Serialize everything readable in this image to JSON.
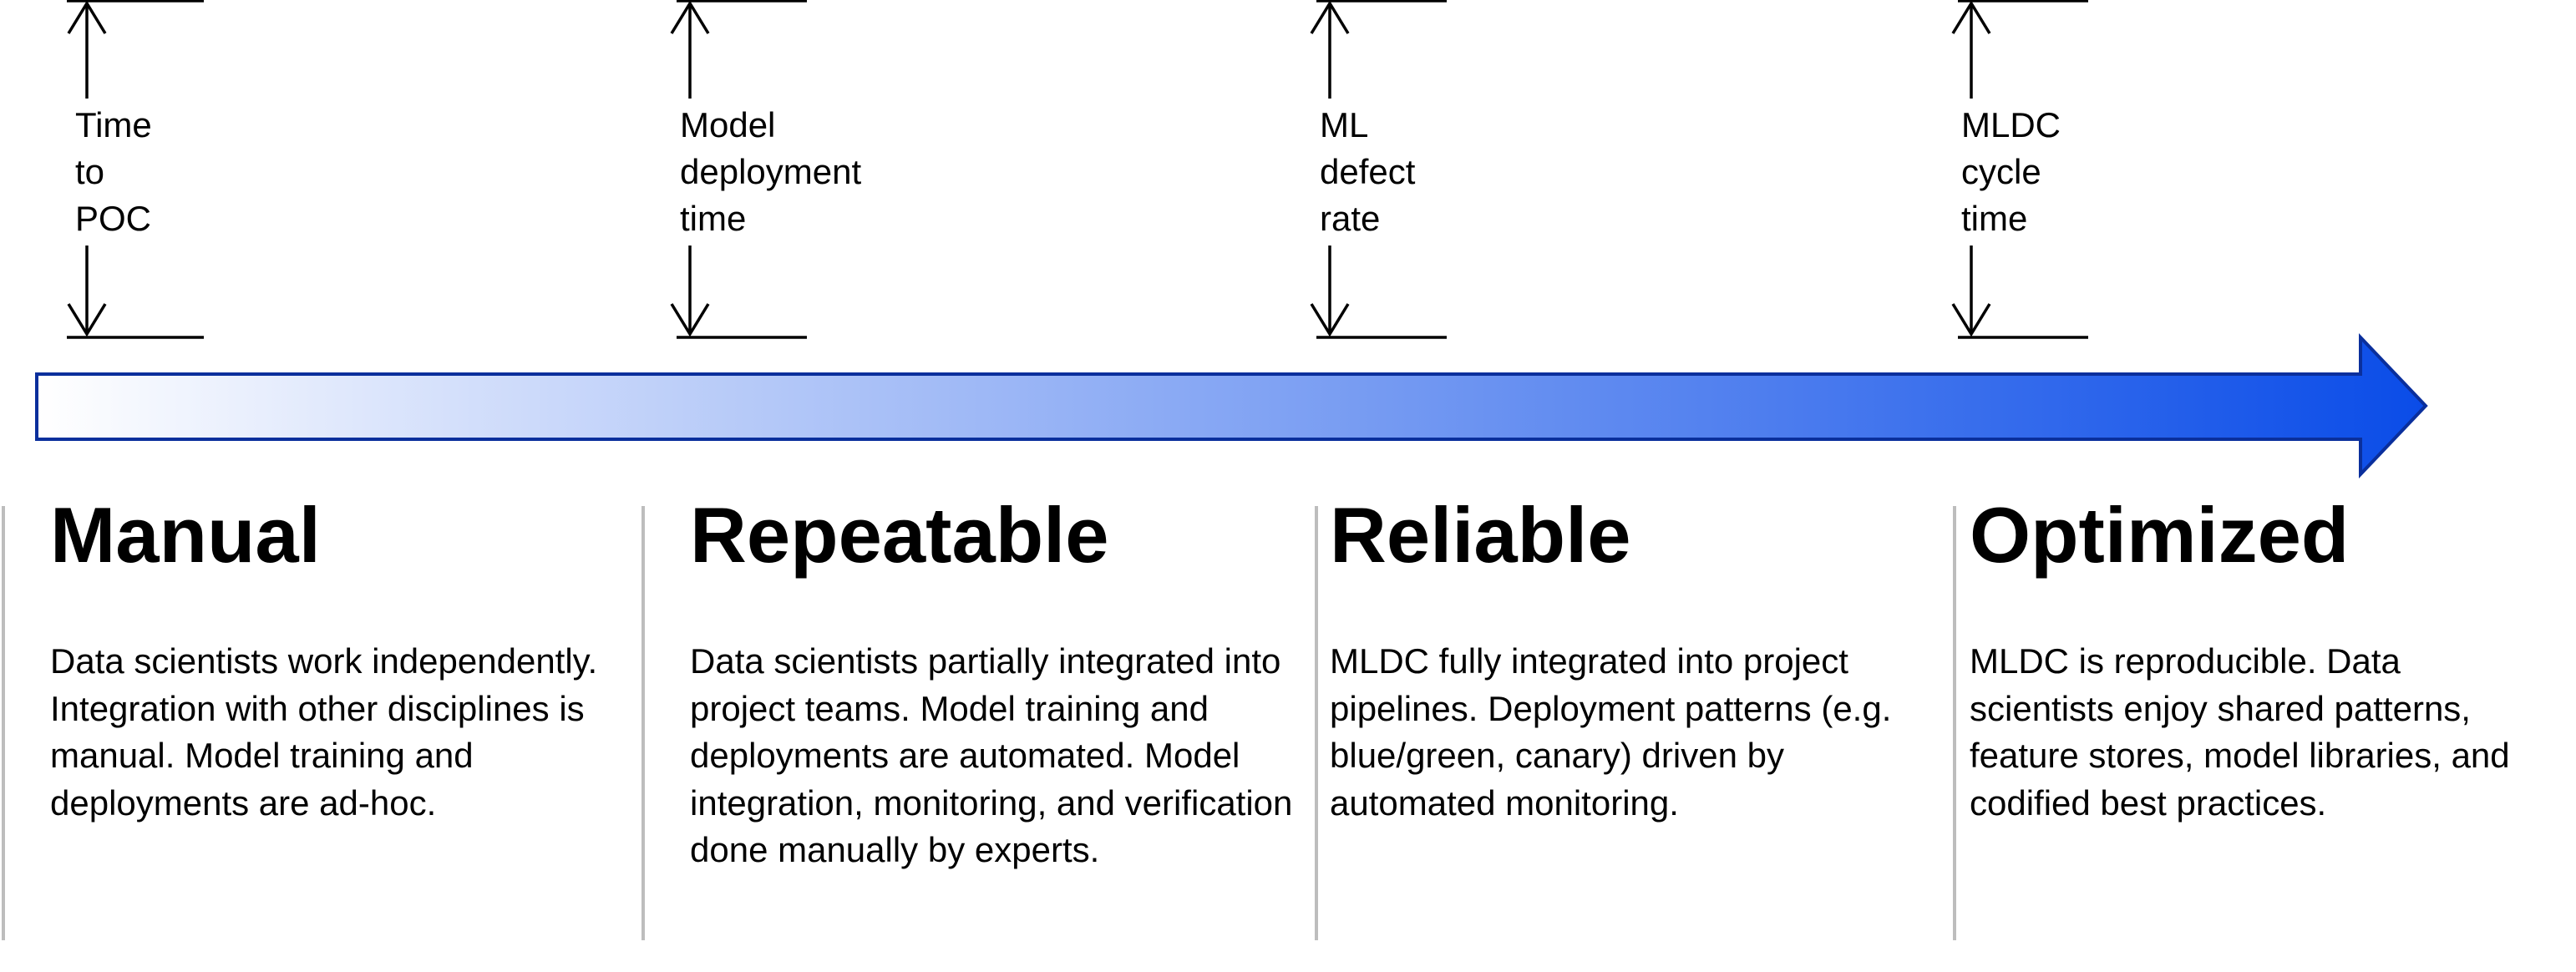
{
  "colors": {
    "arrow_start": "#ffffff",
    "arrow_end": "#0a4ce8",
    "arrow_outline": "#0a2f9c",
    "divider": "#bdbdbd",
    "text": "#000000"
  },
  "metrics": [
    {
      "label": "Time\nto\nPOC"
    },
    {
      "label": "Model\ndeployment\ntime"
    },
    {
      "label": "ML\ndefect\nrate"
    },
    {
      "label": "MLDC\ncycle\ntime"
    }
  ],
  "stages": [
    {
      "title": "Manual",
      "description": "Data scientists work independently.  Integration with other disciplines is manual.  Model training and deployments are ad-hoc."
    },
    {
      "title": "Repeatable",
      "description": "Data scientists partially integrated into project teams.  Model training and deployments are automated. Model integration, monitoring, and verification done manually by experts."
    },
    {
      "title": "Reliable",
      "description": "MLDC fully integrated into project pipelines.  Deployment patterns (e.g. blue/green, canary) driven by automated monitoring."
    },
    {
      "title": "Optimized",
      "description": "MLDC is reproducible.  Data scientists enjoy shared patterns, feature stores, model libraries, and codified best practices."
    }
  ]
}
